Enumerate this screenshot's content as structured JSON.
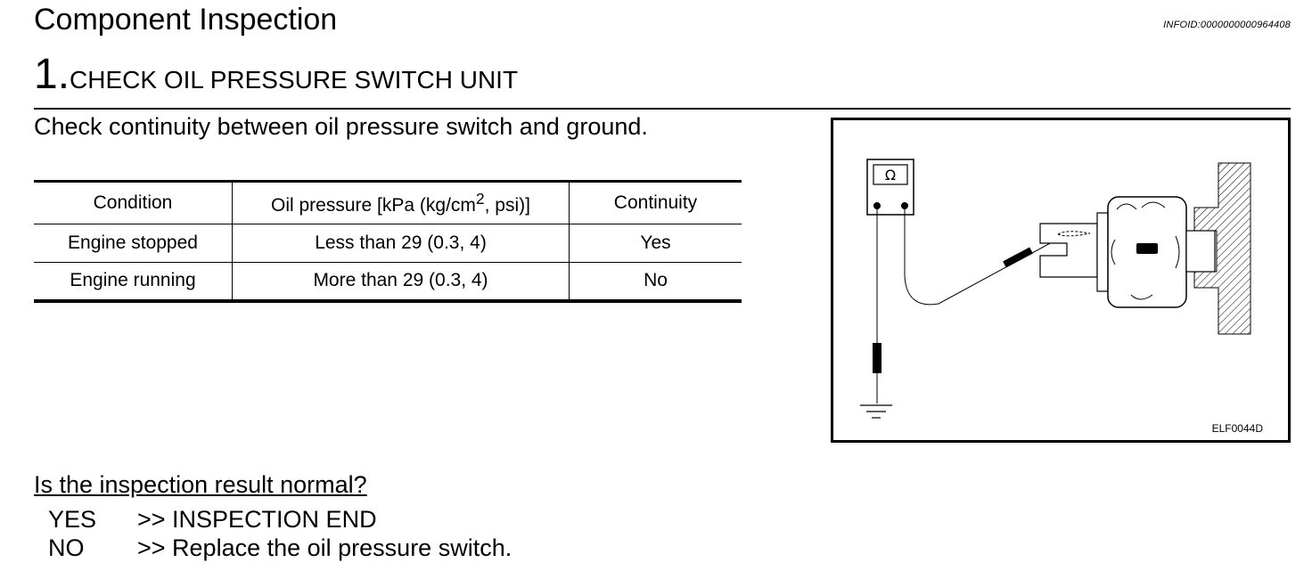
{
  "header": {
    "title": "Component Inspection",
    "info_id": "INFOID:0000000000964408"
  },
  "step": {
    "number": "1.",
    "title": "CHECK OIL PRESSURE SWITCH UNIT"
  },
  "instruction": "Check continuity between oil pressure switch and ground.",
  "table": {
    "headers": {
      "condition": "Condition",
      "pressure_prefix": "Oil pressure [kPa (kg/cm",
      "pressure_sup": "2",
      "pressure_suffix": ", psi)]",
      "continuity": "Continuity"
    },
    "rows": [
      {
        "condition": "Engine stopped",
        "pressure": "Less than 29 (0.3, 4)",
        "continuity": "Yes"
      },
      {
        "condition": "Engine running",
        "pressure": "More than 29 (0.3, 4)",
        "continuity": "No"
      }
    ]
  },
  "figure": {
    "meter_symbol": "Ω",
    "code": "ELF0044D"
  },
  "question": "Is the inspection result normal?",
  "answers": [
    {
      "key": "YES",
      "text": ">> INSPECTION END"
    },
    {
      "key": "NO",
      "text": ">> Replace the oil pressure switch."
    }
  ]
}
